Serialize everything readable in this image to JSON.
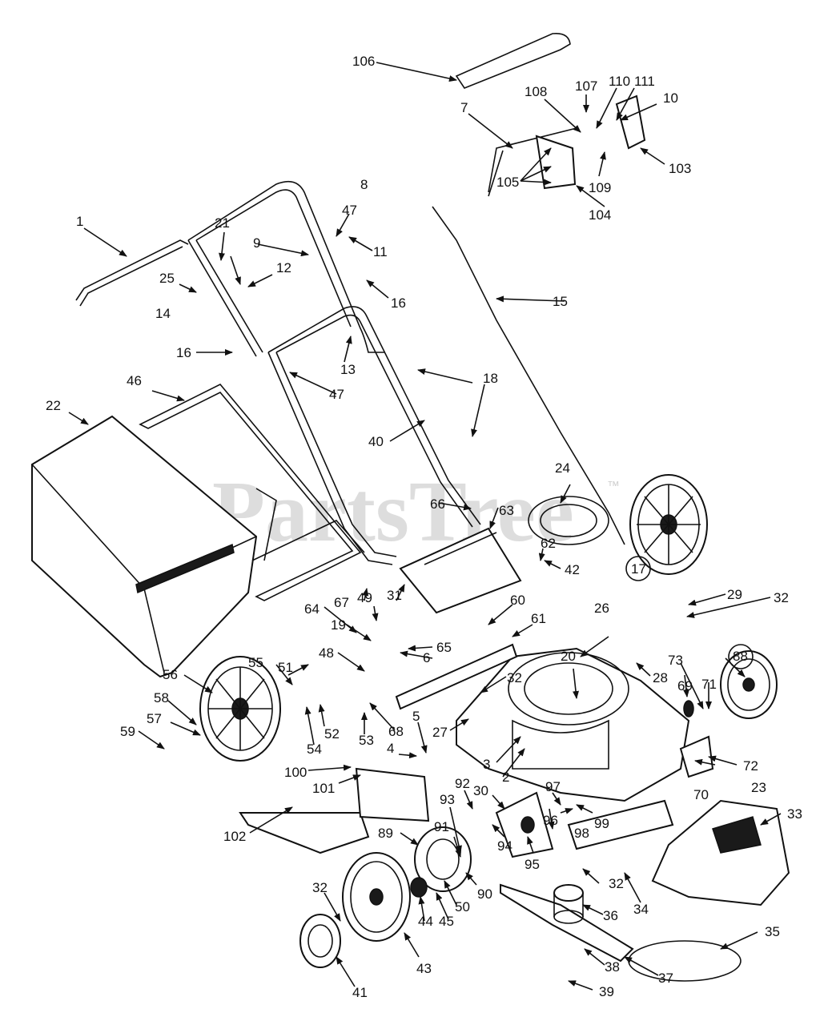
{
  "diagram": {
    "title": "",
    "watermark": "PartsTree",
    "watermark_tm": "™",
    "callouts": [
      {
        "id": "c1",
        "label": "1"
      },
      {
        "id": "c2",
        "label": "2"
      },
      {
        "id": "c3",
        "label": "3"
      },
      {
        "id": "c4",
        "label": "4"
      },
      {
        "id": "c5",
        "label": "5"
      },
      {
        "id": "c6",
        "label": "6"
      },
      {
        "id": "c7",
        "label": "7"
      },
      {
        "id": "c8",
        "label": "8"
      },
      {
        "id": "c9",
        "label": "9"
      },
      {
        "id": "c9b",
        "label": "9"
      },
      {
        "id": "c10",
        "label": "10"
      },
      {
        "id": "c11",
        "label": "11"
      },
      {
        "id": "c12",
        "label": "12"
      },
      {
        "id": "c13",
        "label": "13"
      },
      {
        "id": "c14",
        "label": "14"
      },
      {
        "id": "c15",
        "label": "15"
      },
      {
        "id": "c16a",
        "label": "16"
      },
      {
        "id": "c16b",
        "label": "16"
      },
      {
        "id": "c17",
        "label": "17"
      },
      {
        "id": "c18",
        "label": "18"
      },
      {
        "id": "c19",
        "label": "19"
      },
      {
        "id": "c20",
        "label": "20"
      },
      {
        "id": "c21",
        "label": "21"
      },
      {
        "id": "c22",
        "label": "22"
      },
      {
        "id": "c23",
        "label": "23"
      },
      {
        "id": "c24",
        "label": "24"
      },
      {
        "id": "c25",
        "label": "25"
      },
      {
        "id": "c26",
        "label": "26"
      },
      {
        "id": "c27",
        "label": "27"
      },
      {
        "id": "c28",
        "label": "28"
      },
      {
        "id": "c29",
        "label": "29"
      },
      {
        "id": "c30",
        "label": "30"
      },
      {
        "id": "c31",
        "label": "31"
      },
      {
        "id": "c32a",
        "label": "32"
      },
      {
        "id": "c32b",
        "label": "32"
      },
      {
        "id": "c32c",
        "label": "32"
      },
      {
        "id": "c32d",
        "label": "32"
      },
      {
        "id": "c33",
        "label": "33"
      },
      {
        "id": "c34",
        "label": "34"
      },
      {
        "id": "c35",
        "label": "35"
      },
      {
        "id": "c36",
        "label": "36"
      },
      {
        "id": "c37",
        "label": "37"
      },
      {
        "id": "c38",
        "label": "38"
      },
      {
        "id": "c39",
        "label": "39"
      },
      {
        "id": "c40",
        "label": "40"
      },
      {
        "id": "c41",
        "label": "41"
      },
      {
        "id": "c42",
        "label": "42"
      },
      {
        "id": "c43",
        "label": "43"
      },
      {
        "id": "c44",
        "label": "44"
      },
      {
        "id": "c45",
        "label": "45"
      },
      {
        "id": "c46",
        "label": "46"
      },
      {
        "id": "c47a",
        "label": "47"
      },
      {
        "id": "c47b",
        "label": "47"
      },
      {
        "id": "c48",
        "label": "48"
      },
      {
        "id": "c49",
        "label": "49"
      },
      {
        "id": "c50",
        "label": "50"
      },
      {
        "id": "c51",
        "label": "51"
      },
      {
        "id": "c52",
        "label": "52"
      },
      {
        "id": "c53",
        "label": "53"
      },
      {
        "id": "c54",
        "label": "54"
      },
      {
        "id": "c55",
        "label": "55"
      },
      {
        "id": "c56",
        "label": "56"
      },
      {
        "id": "c57",
        "label": "57"
      },
      {
        "id": "c58",
        "label": "58"
      },
      {
        "id": "c59",
        "label": "59"
      },
      {
        "id": "c60",
        "label": "60"
      },
      {
        "id": "c61",
        "label": "61"
      },
      {
        "id": "c62",
        "label": "62"
      },
      {
        "id": "c63",
        "label": "63"
      },
      {
        "id": "c64",
        "label": "64"
      },
      {
        "id": "c65",
        "label": "65"
      },
      {
        "id": "c66",
        "label": "66"
      },
      {
        "id": "c67",
        "label": "67"
      },
      {
        "id": "c68",
        "label": "68"
      },
      {
        "id": "c69",
        "label": "69"
      },
      {
        "id": "c70",
        "label": "70"
      },
      {
        "id": "c71",
        "label": "71"
      },
      {
        "id": "c72",
        "label": "72"
      },
      {
        "id": "c73",
        "label": "73"
      },
      {
        "id": "c88",
        "label": "88"
      },
      {
        "id": "c89",
        "label": "89"
      },
      {
        "id": "c90",
        "label": "90"
      },
      {
        "id": "c91",
        "label": "91"
      },
      {
        "id": "c92",
        "label": "92"
      },
      {
        "id": "c93",
        "label": "93"
      },
      {
        "id": "c94",
        "label": "94"
      },
      {
        "id": "c95",
        "label": "95"
      },
      {
        "id": "c96",
        "label": "96"
      },
      {
        "id": "c97",
        "label": "97"
      },
      {
        "id": "c98",
        "label": "98"
      },
      {
        "id": "c99",
        "label": "99"
      },
      {
        "id": "c100",
        "label": "100"
      },
      {
        "id": "c101",
        "label": "101"
      },
      {
        "id": "c102",
        "label": "102"
      },
      {
        "id": "c103",
        "label": "103"
      },
      {
        "id": "c104",
        "label": "104"
      },
      {
        "id": "c105",
        "label": "105"
      },
      {
        "id": "c106",
        "label": "106"
      },
      {
        "id": "c107",
        "label": "107"
      },
      {
        "id": "c108",
        "label": "108"
      },
      {
        "id": "c109",
        "label": "109"
      },
      {
        "id": "c110",
        "label": "110"
      },
      {
        "id": "c111",
        "label": "111"
      }
    ]
  }
}
